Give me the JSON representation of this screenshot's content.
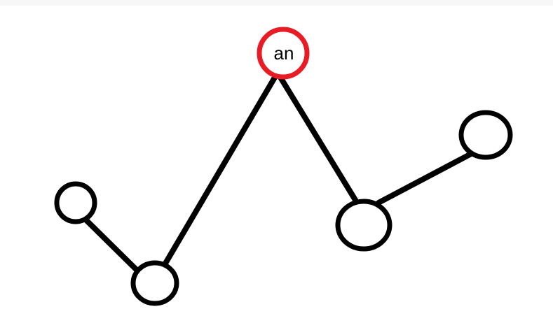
{
  "diagram": {
    "type": "tree",
    "nodes": [
      {
        "id": "root",
        "label": "an",
        "highlighted": true
      },
      {
        "id": "left-child",
        "label": ""
      },
      {
        "id": "left-grandchild",
        "label": ""
      },
      {
        "id": "right-child",
        "label": ""
      },
      {
        "id": "right-grandchild",
        "label": ""
      }
    ],
    "edges": [
      {
        "from": "root",
        "to": "left-child"
      },
      {
        "from": "left-child",
        "to": "left-grandchild"
      },
      {
        "from": "root",
        "to": "right-child"
      },
      {
        "from": "right-child",
        "to": "right-grandchild"
      }
    ],
    "colors": {
      "edge": "#000000",
      "node_stroke": "#000000",
      "highlight_stroke": "#e81c24",
      "background": "#ffffff"
    }
  }
}
